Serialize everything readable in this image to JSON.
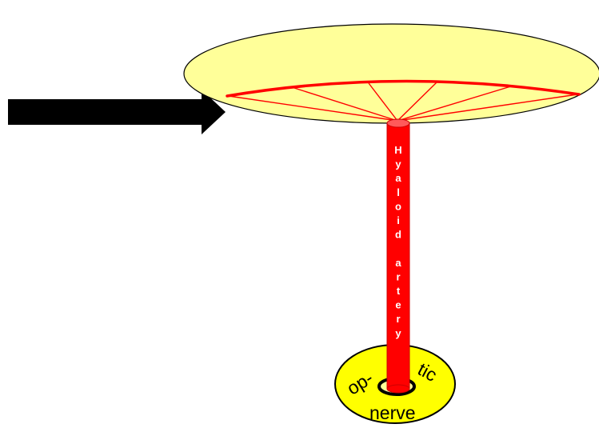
{
  "diagram": {
    "labels": {
      "artery": "Hyaloid artery",
      "nerve_left": "op-",
      "nerve_right": "tic",
      "nerve_bottom": "nerve"
    },
    "colors": {
      "disc_fill": "#ffff99",
      "vessel": "#ff0000",
      "vessel_dark": "#cc0000",
      "nerve_fill": "#ffff00",
      "arrow": "#000000",
      "outline": "#000000"
    },
    "icons": {
      "pointer": "right-arrow-icon"
    }
  }
}
